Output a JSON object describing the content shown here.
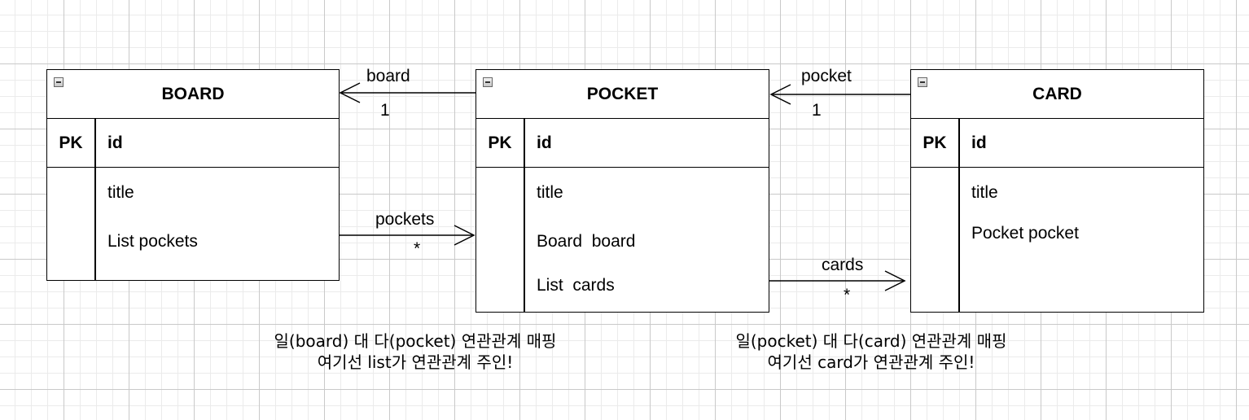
{
  "entities": {
    "board": {
      "name": "BOARD",
      "pk_label": "PK",
      "pk_field": "id",
      "fields": [
        "title",
        "List pockets"
      ]
    },
    "pocket": {
      "name": "POCKET",
      "pk_label": "PK",
      "pk_field": "id",
      "fields": [
        "title",
        "Board  board",
        "List  cards"
      ]
    },
    "card": {
      "name": "CARD",
      "pk_label": "PK",
      "pk_field": "id",
      "fields": [
        "title",
        "Pocket pocket"
      ]
    }
  },
  "relations": {
    "pocket_to_board": {
      "label": "board",
      "multiplicity": "1"
    },
    "board_to_pockets": {
      "label": "pockets",
      "multiplicity": "*"
    },
    "card_to_pocket": {
      "label": "pocket",
      "multiplicity": "1"
    },
    "pocket_to_cards": {
      "label": "cards",
      "multiplicity": "*"
    }
  },
  "notes": {
    "left": {
      "line1": "일(board) 대 다(pocket) 연관관계 매핑",
      "line2": "여기선 list가 연관관계 주인!"
    },
    "right": {
      "line1": "일(pocket) 대 다(card) 연관관계 매핑",
      "line2": "여기선 card가 연관관계 주인!"
    }
  }
}
